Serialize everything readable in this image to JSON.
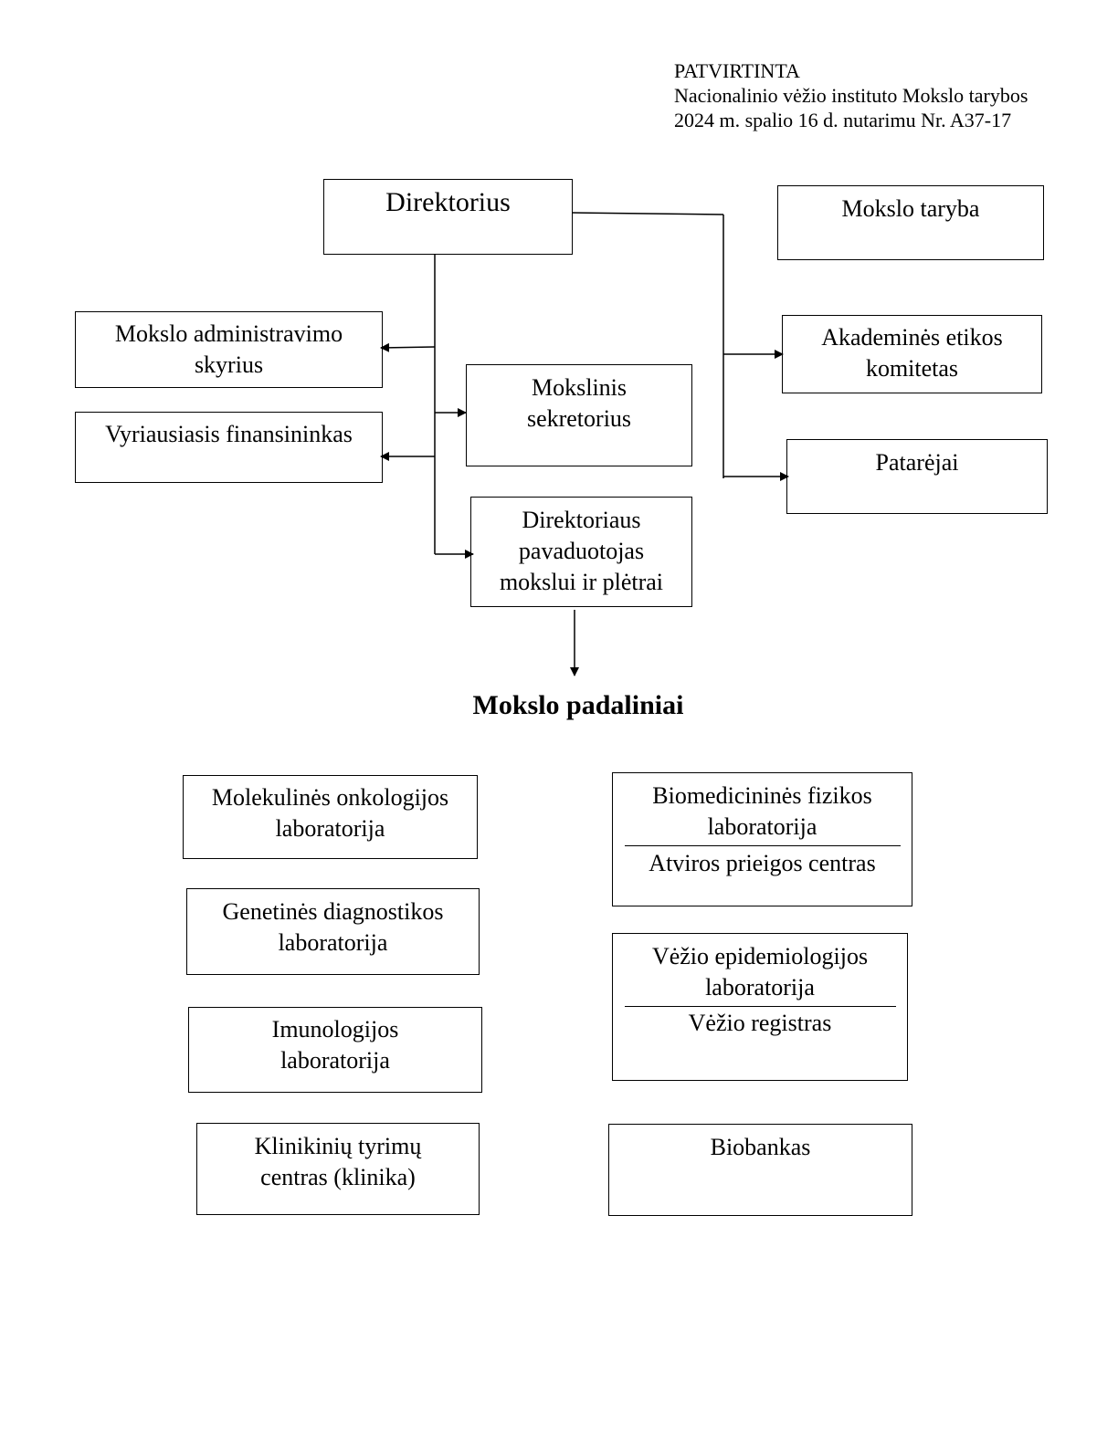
{
  "approval": {
    "line1": "PATVIRTINTA",
    "line2": "Nacionalinio vėžio instituto Mokslo tarybos",
    "line3": "2024 m. spalio 16 d. nutarimu Nr. A37-17"
  },
  "boxes": {
    "director": "Direktorius",
    "science_council": "Mokslo taryba",
    "science_admin": "Mokslo administravimo skyrius",
    "chief_financier": "Vyriausiasis finansininkas",
    "scientific_secretary": "Mokslinis sekretorius",
    "deputy_director": "Direktoriaus pavaduotojas mokslui ir plėtrai",
    "ethics_committee": "Akademinės etikos komitetas",
    "advisors": "Patarėjai"
  },
  "section_title": "Mokslo padaliniai",
  "units": {
    "molecular_oncology": "Molekulinės onkologijos laboratorija",
    "genetic_diagnostics": "Genetinės diagnostikos laboratorija",
    "immunology": "Imunologijos laboratorija",
    "clinical_research": "Klinikinių tyrimų centras (klinika)",
    "biomedical_physics": "Biomedicininės fizikos laboratorija",
    "open_access_centre": "Atviros prieigos centras",
    "cancer_epidemiology": "Vėžio epidemiologijos laboratorija",
    "cancer_registry": "Vėžio registras",
    "biobank": "Biobankas"
  }
}
